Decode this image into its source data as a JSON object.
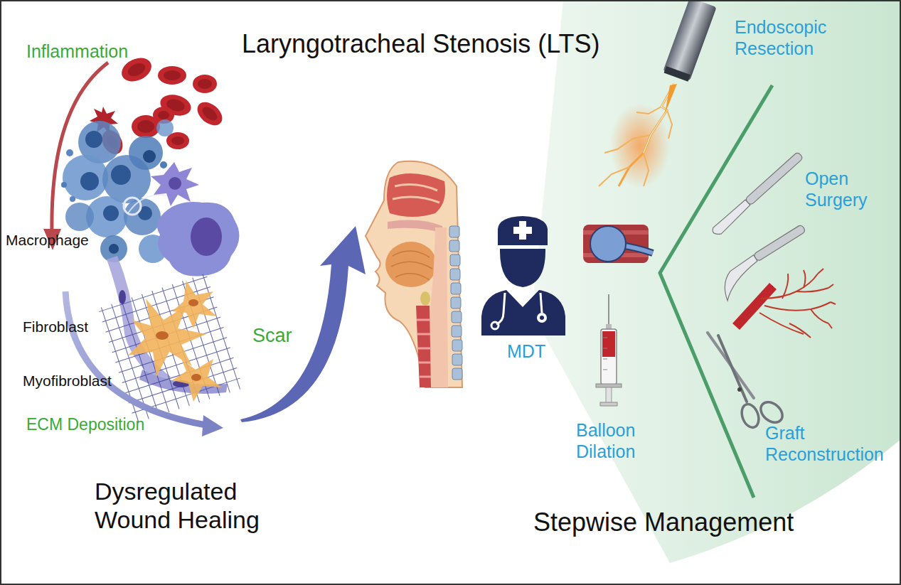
{
  "diagram": {
    "title": "Laryngotracheal Stenosis (LTS)",
    "labels": [
      "Inflammation",
      "Macrophage",
      "Fibroblast",
      "Myofibroblast",
      "ECM Deposition",
      "Scar",
      "Dysregulated Wound Healing",
      "MDT",
      "Endoscopic Resection",
      "Open Surgery",
      "Balloon Dilation",
      "Graft Reconstruction",
      "Stepwise Management"
    ]
  }
}
